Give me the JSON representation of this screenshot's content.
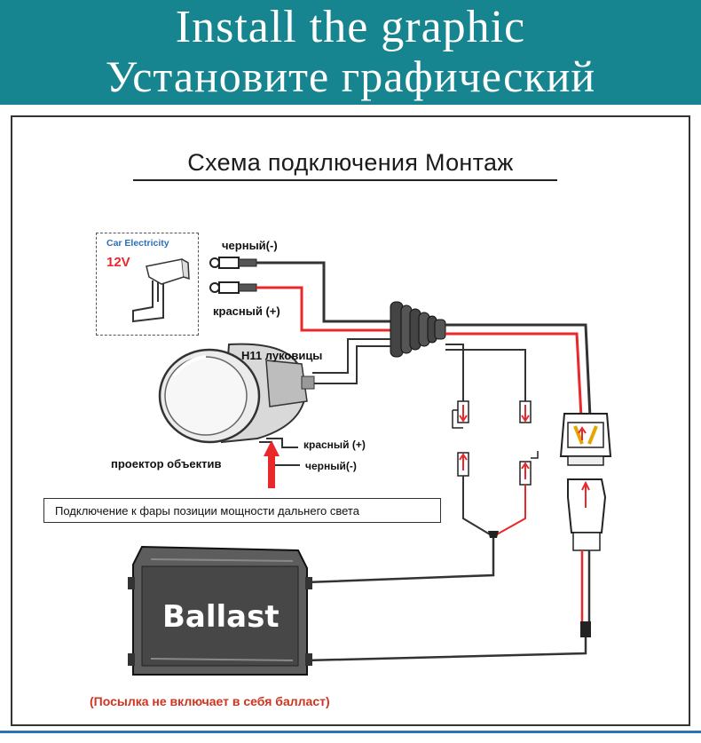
{
  "header": {
    "line1": "Install the graphic",
    "line2": "Установите графический"
  },
  "diagram": {
    "title": "Схема подключения Монтаж",
    "car_electricity": {
      "title": "Car Electricity",
      "voltage": "12V"
    },
    "wire_black": "черный(-)",
    "wire_red": "красный (+)",
    "bulb_label": "H11 луковицы",
    "projector_red": "красный (+)",
    "projector_black": "черный(-)",
    "projector_label": "проектор объектив",
    "headlight_note": "Подключение к фары позиции мощности дальнего света",
    "ballast_label": "Ballast",
    "ballast_note": "(Посылка не включает в себя балласт)"
  },
  "colors": {
    "header_bg": "#17858f",
    "wire_red": "#e8282b",
    "wire_black": "#222222",
    "note_red": "#d0331f",
    "car_title": "#2c6fb7"
  }
}
